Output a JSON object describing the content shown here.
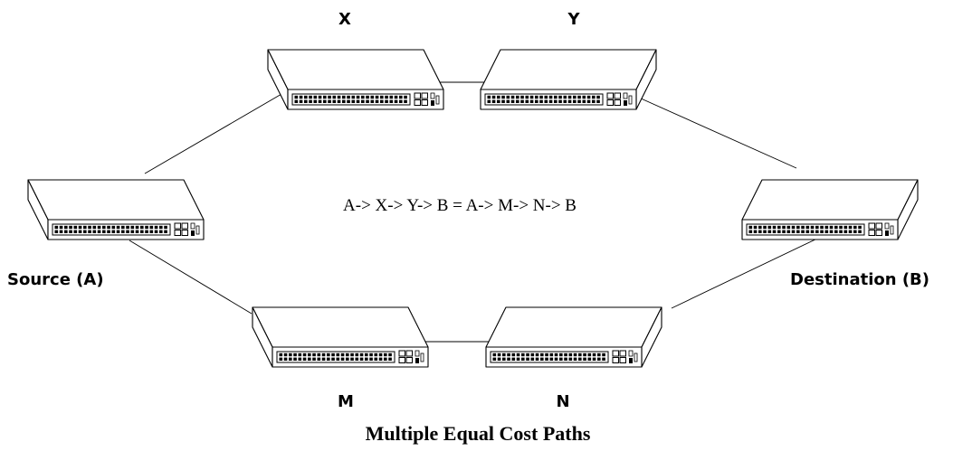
{
  "nodes": [
    {
      "id": "X",
      "label": "X"
    },
    {
      "id": "Y",
      "label": "Y"
    },
    {
      "id": "A",
      "label": "Source (A)"
    },
    {
      "id": "B",
      "label": "Destination (B)"
    },
    {
      "id": "M",
      "label": "M"
    },
    {
      "id": "N",
      "label": "N"
    }
  ],
  "links": [
    [
      "A",
      "X"
    ],
    [
      "X",
      "Y"
    ],
    [
      "Y",
      "B"
    ],
    [
      "A",
      "M"
    ],
    [
      "M",
      "N"
    ],
    [
      "N",
      "B"
    ]
  ],
  "equation": "A-> X-> Y-> B = A-> M-> N-> B",
  "caption": "Multiple Equal Cost Paths"
}
